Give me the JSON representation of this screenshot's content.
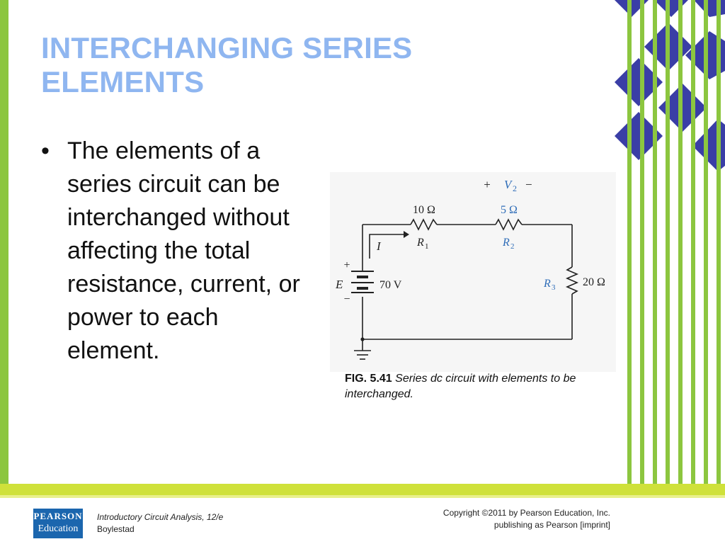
{
  "slide": {
    "title": "INTERCHANGING SERIES ELEMENTS",
    "bullet": "The elements of a series circuit can be interchanged without affecting the total resistance, current, or power to each element."
  },
  "figure": {
    "labels": {
      "v2_plus": "+",
      "v2_symbol": "V",
      "v2_sub": "2",
      "v2_minus": "−",
      "r1_value": "10 Ω",
      "r1_name": "R",
      "r1_sub": "1",
      "r2_value": "5 Ω",
      "r2_name": "R",
      "r2_sub": "2",
      "r3_name": "R",
      "r3_sub": "3",
      "r3_value": "20 Ω",
      "current": "I",
      "source_name": "E",
      "source_value": "70 V",
      "source_plus": "+",
      "source_minus": "−"
    },
    "caption_number": "FIG. 5.41",
    "caption_text": "Series dc circuit with elements to be interchanged."
  },
  "footer": {
    "logo_line1": "PEARSON",
    "logo_line2": "Education",
    "book_title": "Introductory Circuit Analysis, 12/e",
    "author": "Boylestad",
    "copyright": "Copyright ©2011 by Pearson Education, Inc.",
    "publisher": "publishing as Pearson [imprint]"
  },
  "colors": {
    "title": "#8fb6f0",
    "green_stripe": "#8cc63f",
    "diamond": "#3a3ea6",
    "accent_blue_label": "#2f6db8"
  }
}
